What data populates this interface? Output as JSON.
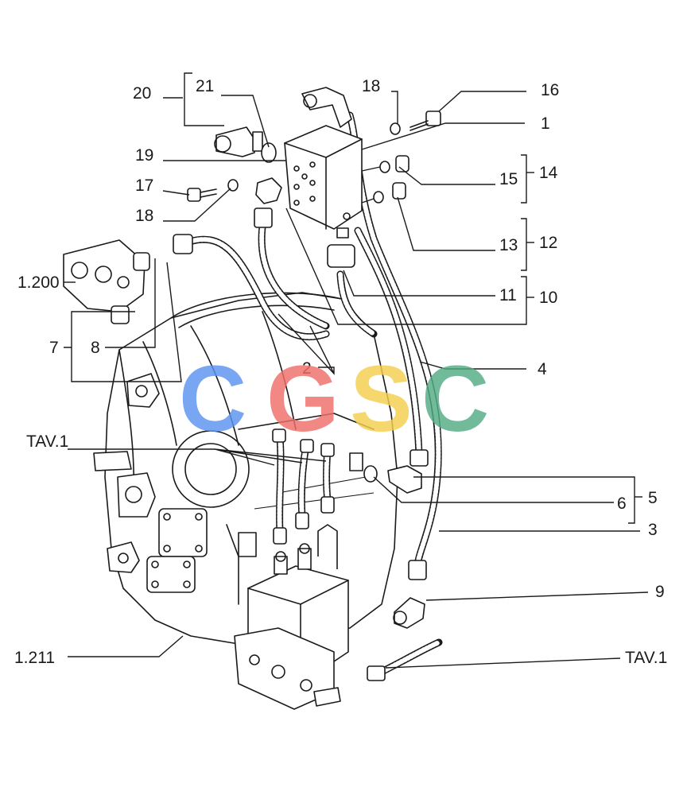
{
  "callouts": {
    "c20": "20",
    "c21": "21",
    "c18_top": "18",
    "c16": "16",
    "c1": "1",
    "c19": "19",
    "c17": "17",
    "c18": "18",
    "c15": "15",
    "c14": "14",
    "c13": "13",
    "c12": "12",
    "c1_200": "1.200",
    "c11": "11",
    "c10": "10",
    "c7": "7",
    "c8": "8",
    "c2": "2",
    "c4": "4",
    "c_tav1_left": "TAV.1",
    "c6": "6",
    "c5": "5",
    "c3": "3",
    "c9": "9",
    "c1_211": "1.211",
    "c_tav1_right": "TAV.1"
  },
  "watermark": {
    "letters": [
      "C",
      "G",
      "S",
      "C"
    ],
    "colors": [
      "#5b93f0",
      "#ef6f68",
      "#f3cf4e",
      "#52ad84"
    ]
  }
}
